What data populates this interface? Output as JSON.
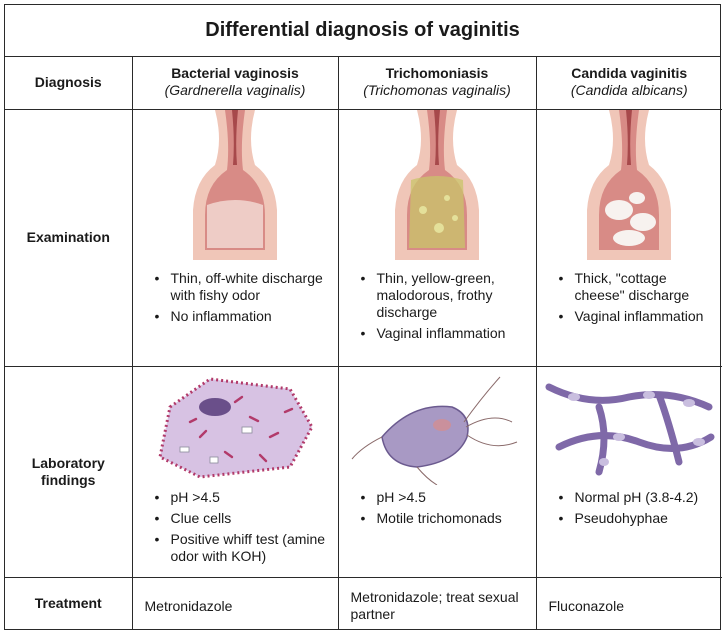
{
  "title": "Differential diagnosis of vaginitis",
  "row_labels": {
    "diagnosis": "Diagnosis",
    "examination": "Examination",
    "laboratory": "Laboratory findings",
    "treatment": "Treatment"
  },
  "columns": [
    {
      "name": "Bacterial vaginosis",
      "scientific": "(Gardnerella vaginalis)",
      "examination": [
        "Thin, off-white discharge with fishy odor",
        "No inflammation"
      ],
      "laboratory": [
        "pH >4.5",
        "Clue cells",
        "Positive whiff test (amine odor with KOH)"
      ],
      "treatment": "Metronidazole"
    },
    {
      "name": "Trichomoniasis",
      "scientific": "(Trichomonas vaginalis)",
      "examination": [
        "Thin, yellow-green, malodorous, frothy discharge",
        "Vaginal inflammation"
      ],
      "laboratory": [
        "pH >4.5",
        "Motile trichomonads"
      ],
      "treatment": "Metronidazole; treat sexual partner"
    },
    {
      "name": "Candida vaginitis",
      "scientific": "(Candida albicans)",
      "examination": [
        "Thick, \"cottage cheese\" discharge",
        "Vaginal inflammation"
      ],
      "laboratory": [
        "Normal pH (3.8-4.2)",
        "Pseudohyphae"
      ],
      "treatment": "Fluconazole"
    }
  ],
  "colors": {
    "border": "#2a2a2a",
    "tissue": "#e8b4a4",
    "tissue_dark": "#c96a6a",
    "clue_cell": "#c8a9d8",
    "bacteria": "#b23a6a",
    "trich": "#9d8fb8",
    "hyphae": "#7f69a8"
  }
}
